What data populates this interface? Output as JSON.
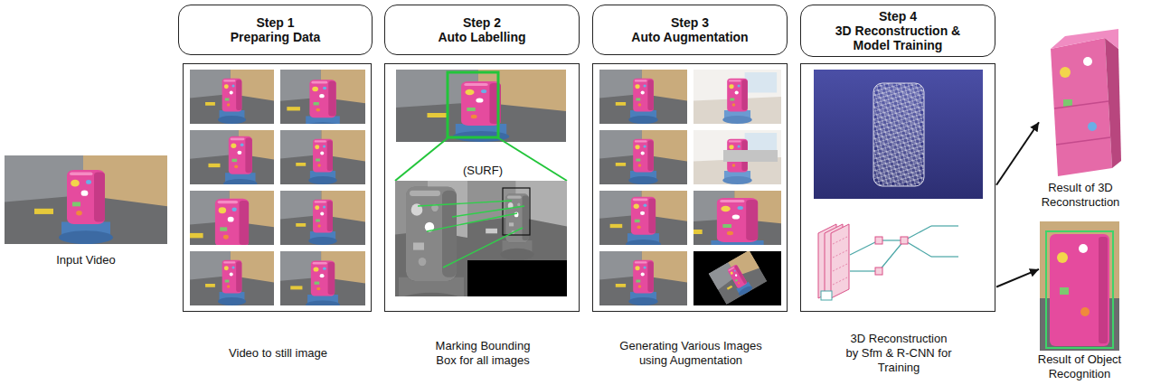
{
  "diagram": {
    "nodes": [
      {
        "text": [
          "Input Video"
        ]
      },
      {
        "text": [
          "Step 1",
          "Preparing Data"
        ]
      },
      {
        "text": [
          "Video to still image"
        ]
      },
      {
        "text": [
          "Step 2",
          "Auto Labelling"
        ]
      },
      {
        "text": [
          "(SURF)",
          "Marking Bounding Box for all images"
        ]
      },
      {
        "text": [
          "Step 3",
          "Auto Augmentation"
        ]
      },
      {
        "text": [
          "Generating Various Images using Augmentation"
        ]
      },
      {
        "text": [
          "Step 4",
          "3D Reconstruction & Model Training"
        ]
      },
      {
        "text": [
          "3D Reconstruction by Sfm & R-CNN for Training"
        ]
      },
      {
        "text": [
          "Result of 3D Reconstruction"
        ]
      },
      {
        "text": [
          "Result of Object Recognition"
        ]
      }
    ],
    "edges": [
      {
        "from": 8,
        "to": 9,
        "arrow": "to"
      },
      {
        "from": 8,
        "to": 10,
        "arrow": "to"
      }
    ]
  }
}
